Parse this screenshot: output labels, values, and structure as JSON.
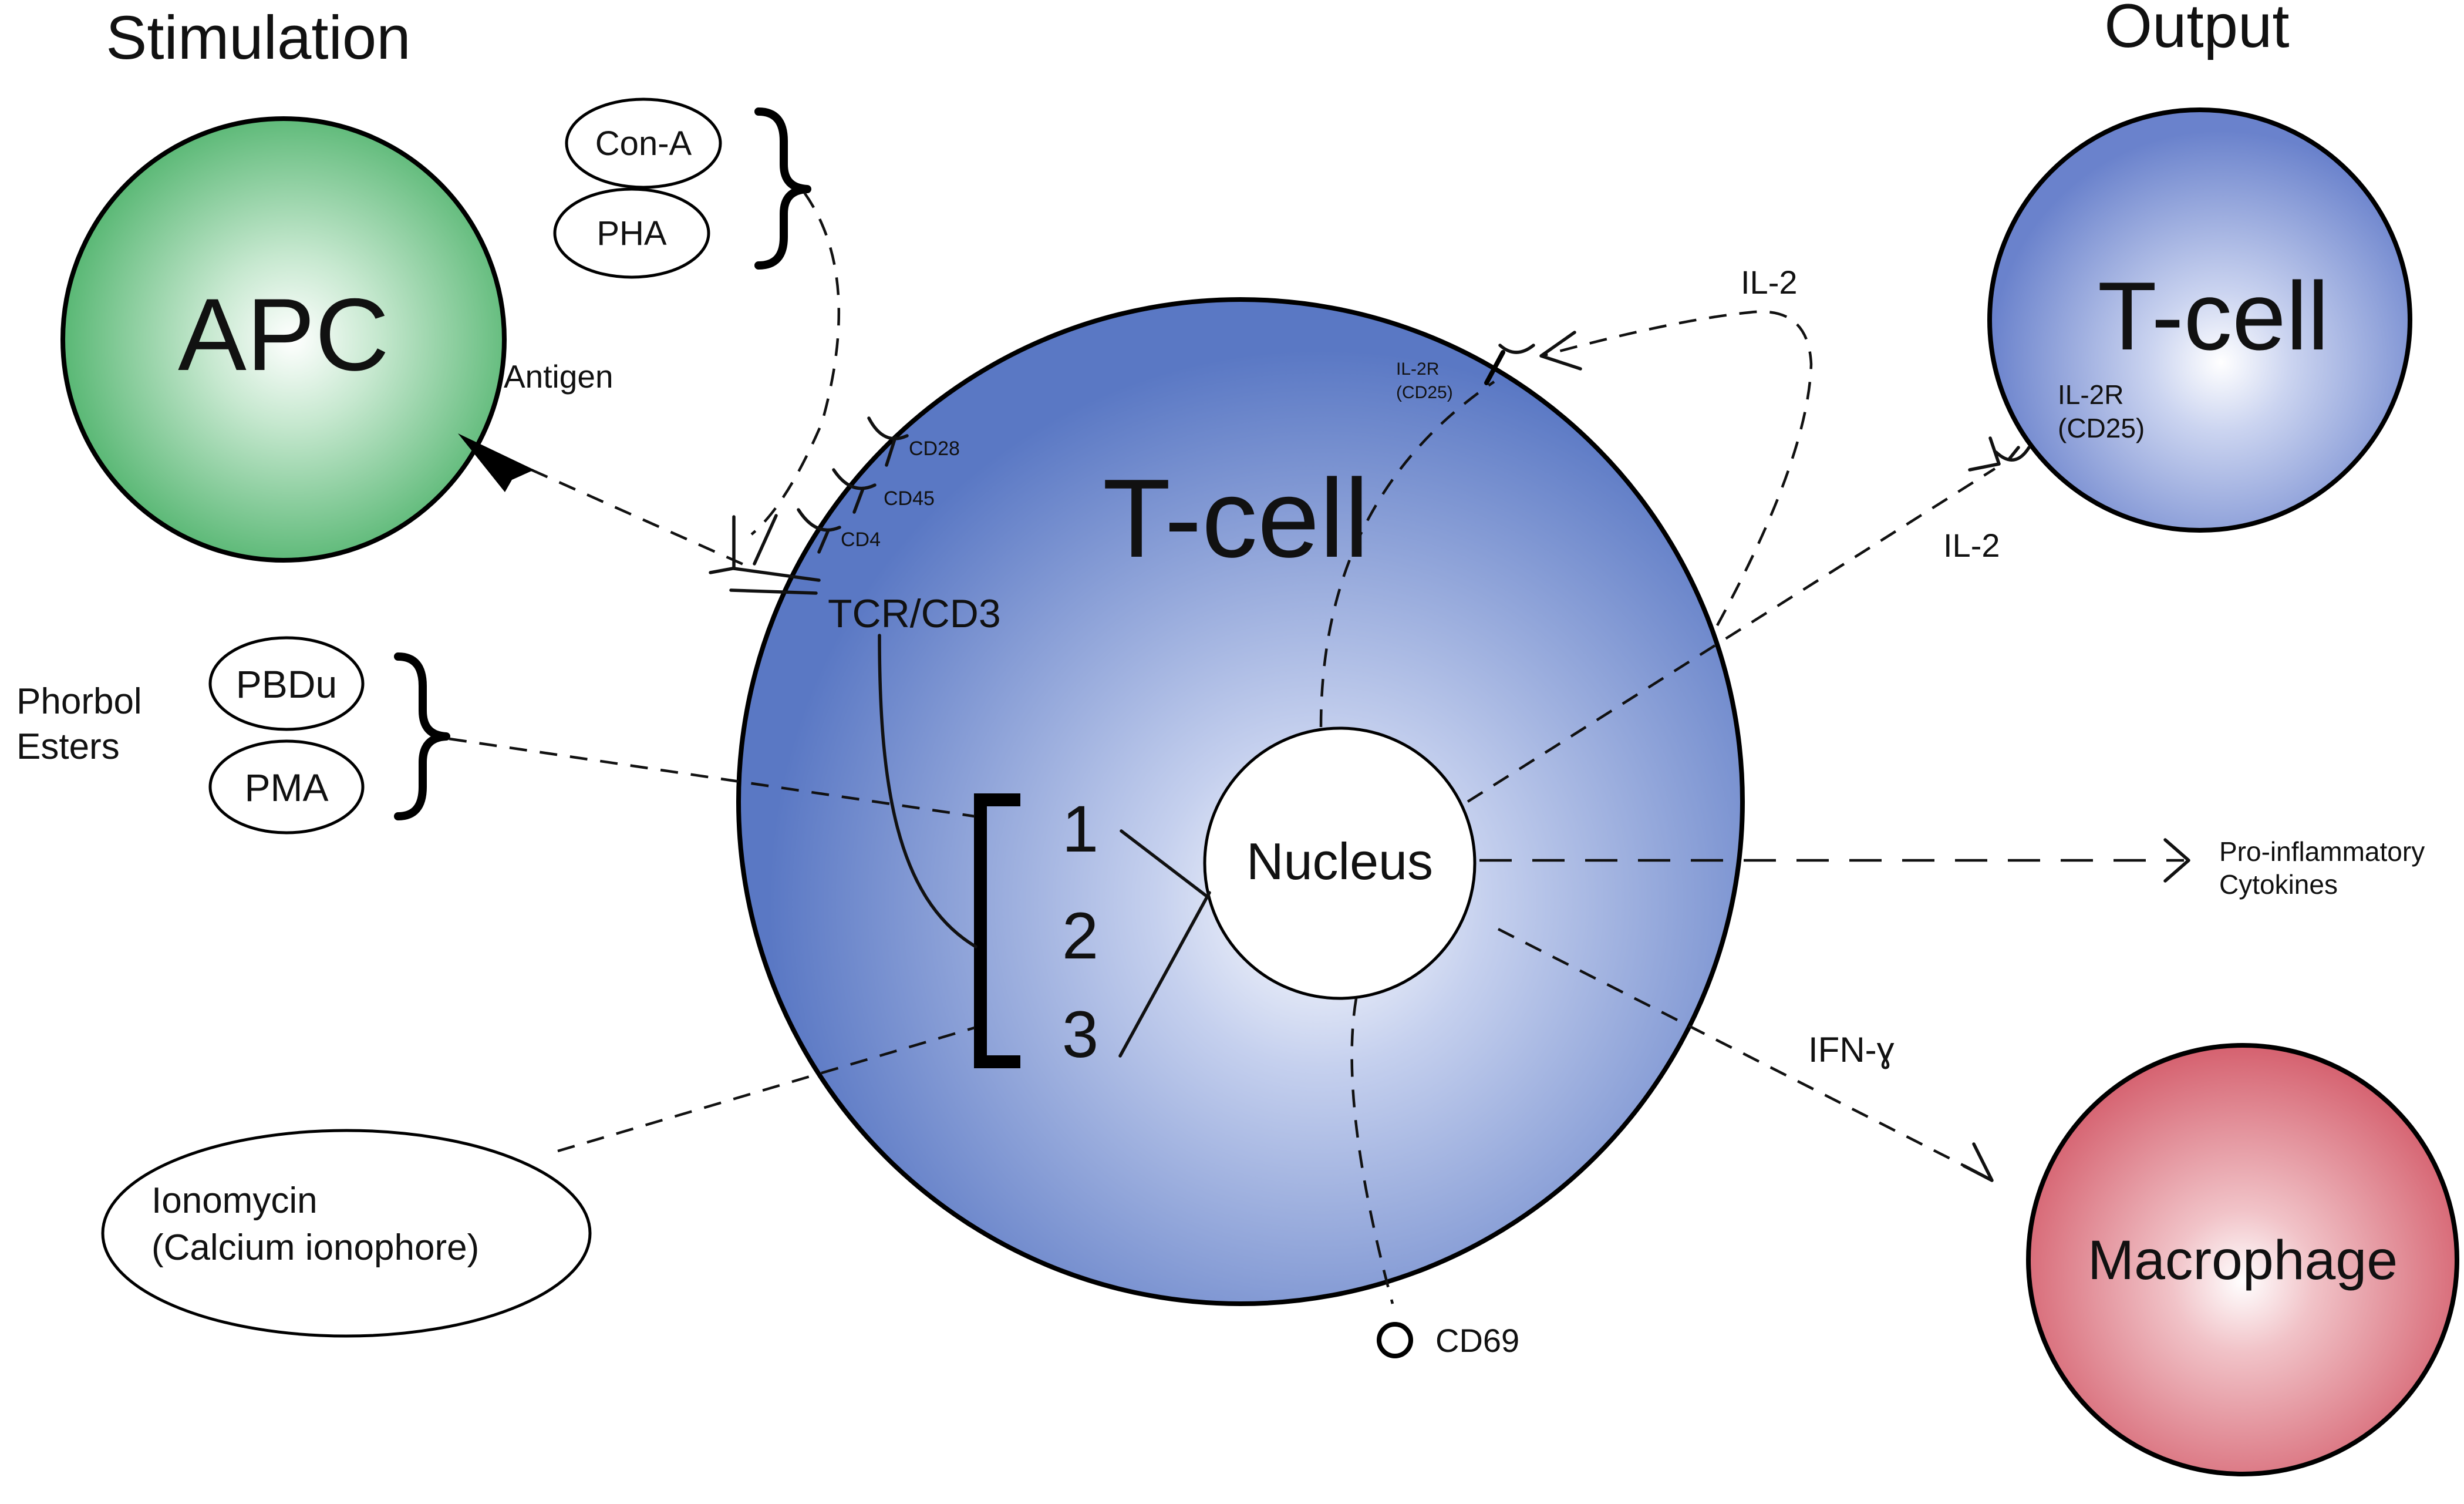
{
  "section_headings": {
    "stimulation": "Stimulation",
    "output": "Output"
  },
  "cells": {
    "apc": "APC",
    "central_tcell": "T-cell",
    "nucleus": "Nucleus",
    "output_tcell": "T-cell",
    "macrophage": "Macrophage"
  },
  "stimuli": {
    "con_a": "Con-A",
    "pha": "PHA",
    "pbdu": "PBDu",
    "pma": "PMA",
    "phorbol_line1": "Phorbol",
    "phorbol_line2": "Esters",
    "ionomycin_line1": "Ionomycin",
    "ionomycin_line2": "(Calcium ionophore)",
    "antigen": "Antigen"
  },
  "receptors": {
    "tcr_cd3": "TCR/CD3",
    "cd28": "CD28",
    "cd45": "CD45",
    "cd4": "CD4",
    "il2r_center_line1": "IL-2R",
    "il2r_center_line2": "(CD25)",
    "il2r_output_line1": "IL-2R",
    "il2r_output_line2": "(CD25)",
    "cd69": "CD69"
  },
  "signals": {
    "signal_1": "1",
    "signal_2": "2",
    "signal_3": "3"
  },
  "outputs": {
    "il2_autocrine": "IL-2",
    "il2_paracrine": "IL-2",
    "cytokines_line1": "Pro-inflammatory",
    "cytokines_line2": "Cytokines",
    "ifn_gamma": "IFN-ɣ"
  },
  "colors": {
    "apc_green": "#4fb36c",
    "tcell_blue": "#5a78c4",
    "output_tcell_blue": "#6a82cc",
    "macrophage_red": "#d5616f"
  }
}
